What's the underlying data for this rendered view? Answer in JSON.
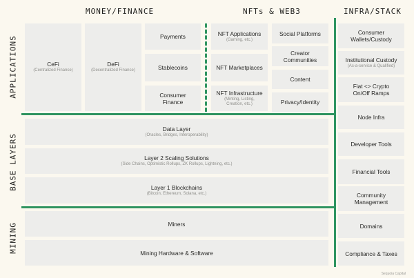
{
  "column_headers": {
    "money": "MONEY/FINANCE",
    "nft": "NFTs & WEB3",
    "infra": "INFRA/STACK"
  },
  "row_headers": {
    "applications": "APPLICATIONS",
    "base": "BASE LAYERS",
    "mining": "MINING"
  },
  "applications": {
    "cefi": {
      "title": "CeFi",
      "sub": "(Centralized Finance)"
    },
    "defi": {
      "title": "DeFi",
      "sub": "(Decentralized Finance)"
    },
    "payments": "Payments",
    "stablecoins": "Stablecoins",
    "consumer_finance": "Consumer Finance",
    "nft_applications": {
      "title": "NFT Applications",
      "sub": "(Gaming, etc.)"
    },
    "nft_marketplaces": "NFT Marketplaces",
    "nft_infrastructure": {
      "title": "NFT Infrastructure",
      "sub": "(Minting, Listing, Creation, etc.)"
    },
    "social_platforms": "Social Platforms",
    "creator_communities": "Creator Communities",
    "content": "Content",
    "privacy_identity": "Privacy/Identity"
  },
  "base_layers": {
    "data_layer": {
      "title": "Data Layer",
      "sub": "(Oracles, Bridges, Interoperability)"
    },
    "layer2": {
      "title": "Layer 2 Scaling Solutions",
      "sub": "(Side Chains, Optimistic Rollups, ZK Rollups, Lightning, etc.)"
    },
    "layer1": {
      "title": "Layer 1 Blockchains",
      "sub": "(Bitcoin, Ethereum, Solana, etc.)"
    }
  },
  "mining": {
    "miners": "Miners",
    "hardware": "Mining Hardware & Software"
  },
  "infra": {
    "consumer_wallets": "Consumer Wallets/Custody",
    "institutional_custody": {
      "title": "Institutional Custody",
      "sub": "(As-a-service & Qualified)"
    },
    "fiat_ramps": "Fiat <> Crypto On/Off Ramps",
    "node_infra": "Node Infra",
    "developer_tools": "Developer Tools",
    "financial_tools": "Financial Tools",
    "community_management": "Community Management",
    "domains": "Domains",
    "compliance_taxes": "Compliance & Taxes"
  },
  "credit": "Sequoia Capital",
  "colors": {
    "background": "#fbf8ef",
    "box": "#ededeb",
    "accent_green": "#2f9460"
  }
}
